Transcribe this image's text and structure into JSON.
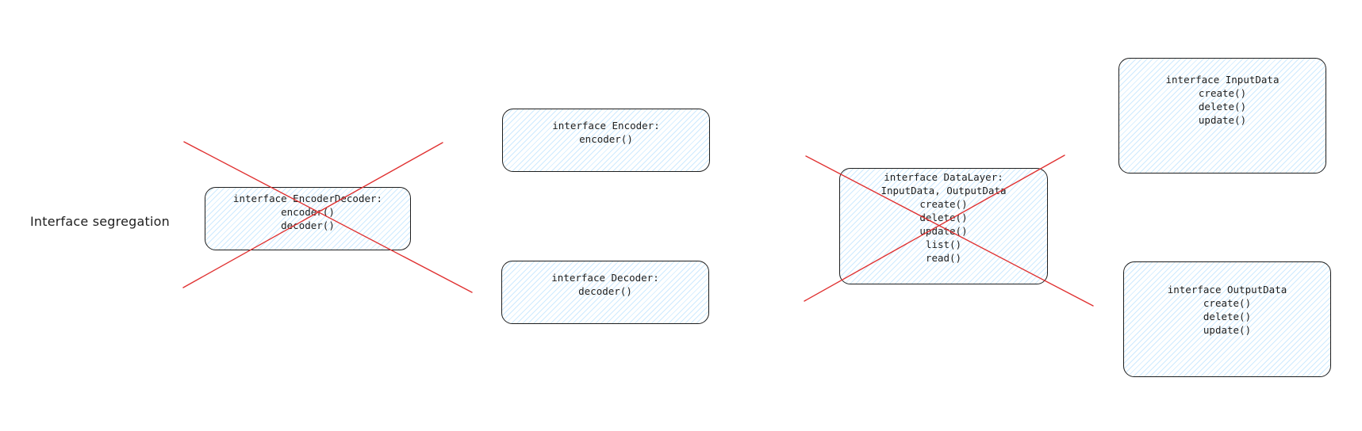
{
  "diagram": {
    "title": "Interface segregation",
    "boxes": {
      "encoder_decoder": {
        "lines": [
          "interface EncoderDecoder:",
          "encoder()",
          "decoder()"
        ],
        "crossed_out": true
      },
      "encoder": {
        "lines": [
          "interface Encoder:",
          "encoder()"
        ],
        "crossed_out": false
      },
      "decoder": {
        "lines": [
          "interface Decoder:",
          "decoder()"
        ],
        "crossed_out": false
      },
      "data_layer": {
        "lines": [
          "interface DataLayer:",
          "InputData, OutputData",
          "create()",
          "delete()",
          "update()",
          "list()",
          "read()"
        ],
        "crossed_out": true
      },
      "input_data": {
        "lines": [
          "interface InputData",
          "create()",
          "delete()",
          "update()"
        ],
        "crossed_out": false
      },
      "output_data": {
        "lines": [
          "interface OutputData",
          "create()",
          "delete()",
          "update()"
        ],
        "crossed_out": false
      }
    },
    "colors": {
      "stroke": "#1e1e1e",
      "fill_hatch": "#a5d8ff",
      "cross": "#e03131"
    }
  }
}
